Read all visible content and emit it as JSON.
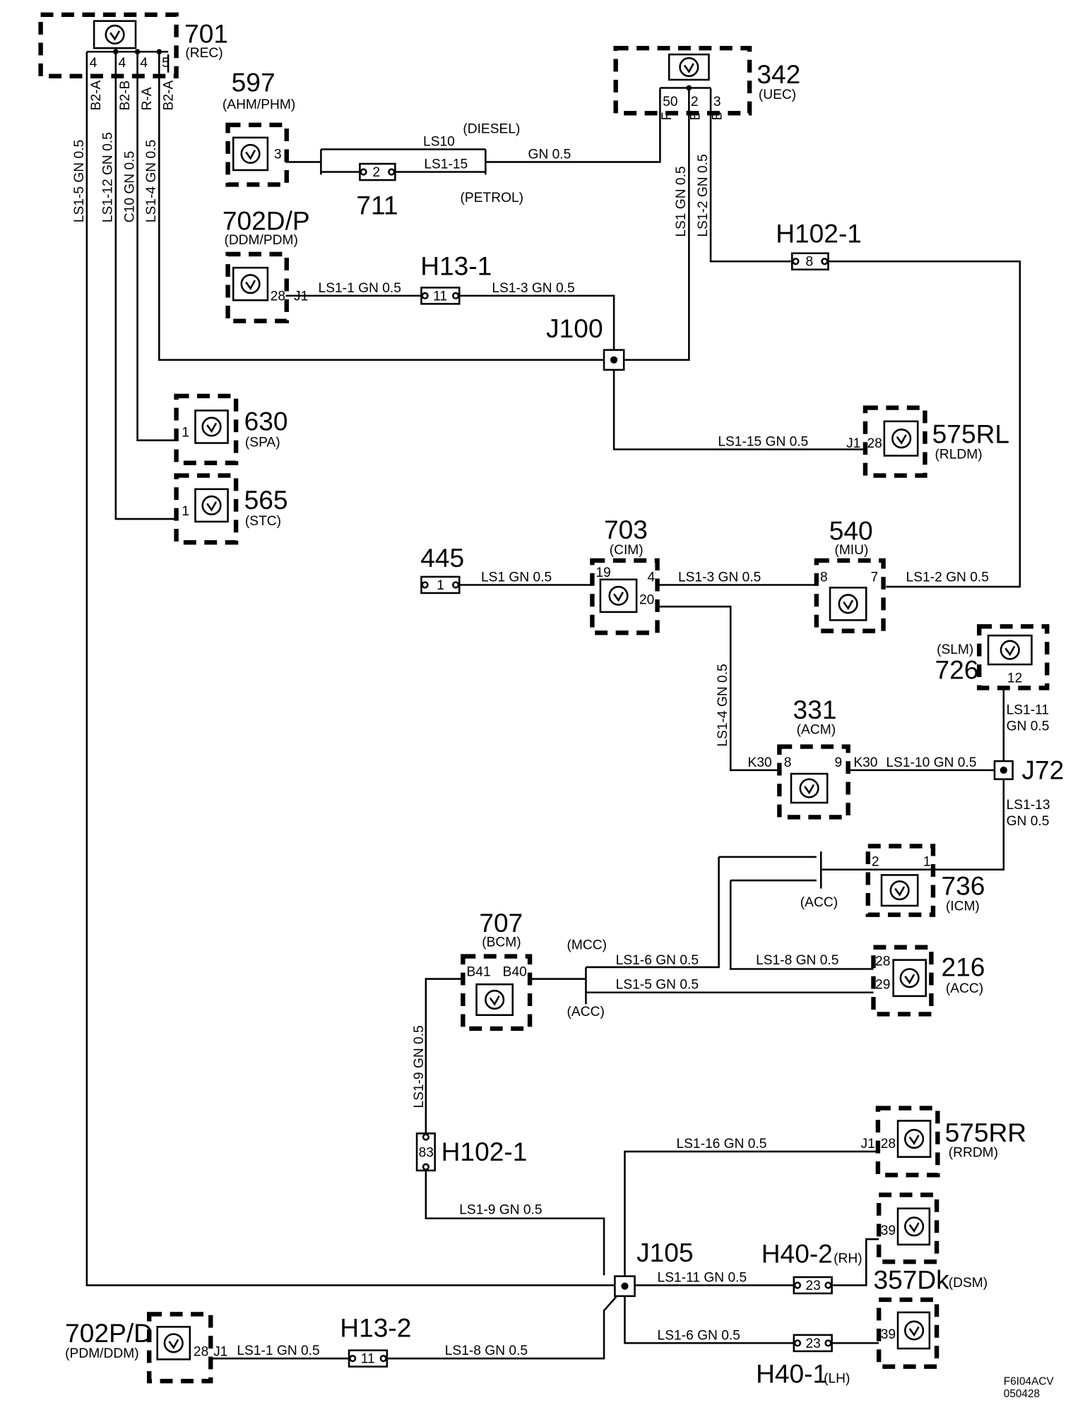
{
  "components": {
    "c701": {
      "id": "701",
      "sub": "(REC)",
      "pins": [
        "4",
        "4",
        "4",
        "5"
      ],
      "wire_codes": [
        "B2-A",
        "B2-B",
        "R-A",
        "B2-A"
      ]
    },
    "c597": {
      "id": "597",
      "sub": "(AHM/PHM)",
      "pin": "3"
    },
    "c342": {
      "id": "342",
      "sub": "(UEC)",
      "pins": [
        "50",
        "2",
        "3"
      ],
      "pin_sub": [
        "F",
        "B",
        "B"
      ]
    },
    "c711": {
      "id": "711",
      "pin": "2"
    },
    "c702dp": {
      "id": "702D/P",
      "sub": "(DDM/PDM)",
      "pin": "28",
      "conn": "J1"
    },
    "c630": {
      "id": "630",
      "sub": "(SPA)",
      "pin": "1"
    },
    "c565": {
      "id": "565",
      "sub": "(STC)",
      "pin": "1"
    },
    "c575rl": {
      "id": "575RL",
      "sub": "(RLDM)",
      "pin": "28",
      "conn": "J1"
    },
    "c445": {
      "id": "445",
      "pin": "1"
    },
    "c703": {
      "id": "703",
      "sub": "(CIM)",
      "pins": [
        "19",
        "4",
        "20"
      ]
    },
    "c540": {
      "id": "540",
      "sub": "(MIU)",
      "pins": [
        "8",
        "7"
      ]
    },
    "c726": {
      "id": "726",
      "sub": "(SLM)",
      "pin": "12"
    },
    "c331": {
      "id": "331",
      "sub": "(ACM)",
      "pins": [
        "8",
        "9"
      ],
      "conns": [
        "K30",
        "K30"
      ]
    },
    "c736": {
      "id": "736",
      "sub": "(ICM)",
      "pins": [
        "2",
        "1"
      ]
    },
    "c707": {
      "id": "707",
      "sub": "(BCM)",
      "pins": [
        "B41",
        "B40"
      ]
    },
    "c216": {
      "id": "216",
      "sub": "(ACC)",
      "pins": [
        "28",
        "29"
      ]
    },
    "c575rr": {
      "id": "575RR",
      "sub": "(RRDM)",
      "pin": "28",
      "conn": "J1"
    },
    "c357": {
      "id": "357Dk",
      "sub": "(DSM)",
      "pins": [
        "39",
        "39"
      ]
    },
    "c702pd": {
      "id": "702P/D",
      "sub": "(PDM/DDM)",
      "pin": "28",
      "conn": "J1"
    }
  },
  "connectors": {
    "h13_1": {
      "id": "H13-1",
      "pin": "11"
    },
    "h102_1a": {
      "id": "H102-1",
      "pin": "8"
    },
    "h102_1b": {
      "id": "H102-1",
      "pin": "83"
    },
    "h13_2": {
      "id": "H13-2",
      "pin": "11"
    },
    "h40_2": {
      "id": "H40-2",
      "sub": "(RH)",
      "pin": "23"
    },
    "h40_1": {
      "id": "H40-1",
      "sub": "(LH)",
      "pin": "23"
    }
  },
  "junctions": {
    "j100": "J100",
    "j72": "J72",
    "j105": "J105"
  },
  "wires": {
    "ls1_5": "LS1-5  GN  0.5",
    "ls1_12": "LS1-12 GN  0.5",
    "c10": "C10 GN  0.5",
    "ls1_4a": "LS1-4  GN  0.5",
    "ls10": "LS10",
    "ls1_15a": "LS1-15",
    "gn05": "GN   0.5",
    "ls1_v": "LS1  GN  0.5",
    "ls1_2v": "LS1-2 GN  0.5",
    "ls1_1a": "LS1-1 GN  0.5",
    "ls1_3a": "LS1-3  GN  0.5",
    "ls1_15b": "LS1-15  GN  0.5",
    "ls1_h": "LS1  GN  0.5",
    "ls1_3b": "LS1-3   GN   0.5",
    "ls1_2h": "LS1-2   GN   0.5",
    "ls1_4b": "LS1-4  GN  0.5",
    "ls1_10": "LS1-10  GN  0.5",
    "ls1_11a": "LS1-11",
    "gn05a": "GN  0.5",
    "ls1_13": "LS1-13",
    "gn05b": "GN  0.5",
    "ls1_6a": "LS1-6  GN   0.5",
    "ls1_5b": "LS1-5    GN   0.5",
    "ls1_8a": "LS1-8  GN   0.5",
    "ls1_9a": "LS1-9 GN  0.5",
    "ls1_9b": "LS1-9   GN   0.5",
    "ls1_16": "LS1-16  GN   0.5",
    "ls1_11b": "LS1-11    GN   0.5",
    "ls1_6b": "LS1-6    GN   0.5",
    "ls1_1b": "LS1-1   GN   0.5",
    "ls1_8b": "LS1-8   GN   0.5"
  },
  "notes": {
    "diesel": "(DIESEL)",
    "petrol": "(PETROL)",
    "acc1": "(ACC)",
    "mcc": "(MCC)",
    "acc2": "(ACC)"
  },
  "footer": {
    "code": "F6I04ACV",
    "date": "050428"
  }
}
